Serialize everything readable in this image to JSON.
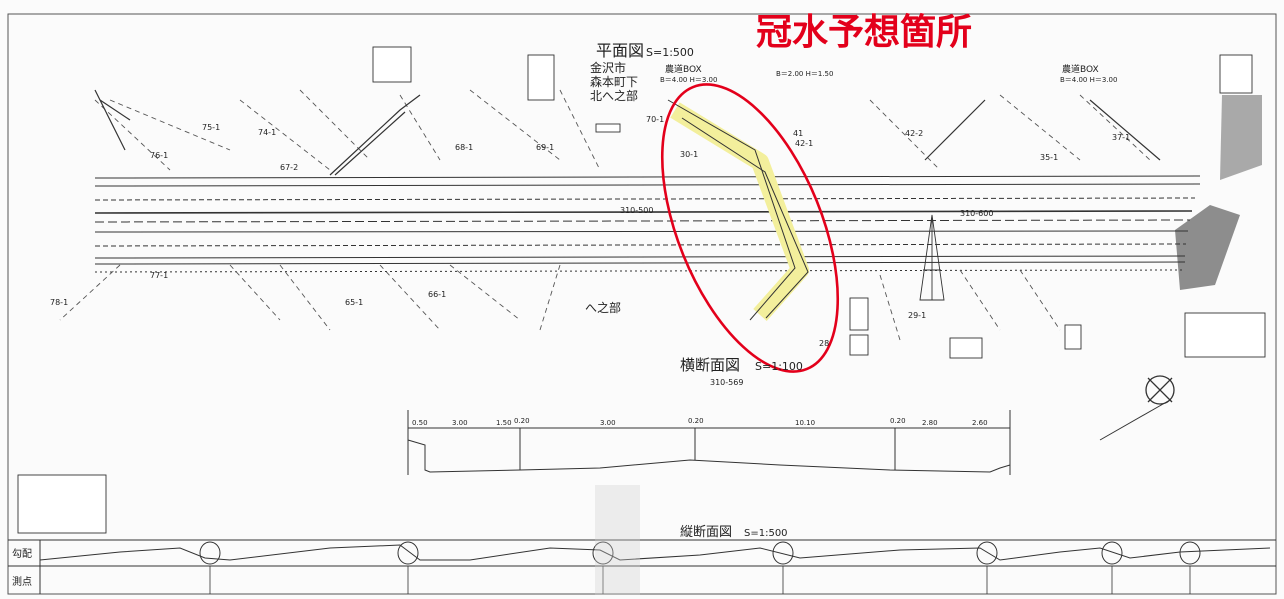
{
  "flood_label": "冠水予想箇所",
  "plan_title": "平面図",
  "plan_scale": "S=1:500",
  "plan_place": [
    "金沢市",
    "森本町下",
    "北へ之部"
  ],
  "cross_title": "横断面図",
  "cross_scale": "S=1:100",
  "cross_station": "310-569",
  "profile_title": "縦断面図",
  "profile_scale": "S=1:500",
  "left_labels": [
    "勾配",
    "測点"
  ],
  "box_label_a": "農道BOX",
  "box_size_a": "B＝4.00 H＝3.00",
  "box_size_b": "B＝2.00 H＝1.50",
  "box_label_c": "農道BOX",
  "box_size_c": "B＝4.00 H＝3.00",
  "station_labels": [
    "310-500",
    "310-600"
  ],
  "place_he": "へ之部",
  "dims": [
    "0.50",
    "3.00",
    "1.50",
    "0.20",
    "3.00",
    "0.20",
    "10.10",
    "0.20",
    "2.80",
    "2.60"
  ],
  "parcels": [
    "74-1",
    "75-1",
    "76-1",
    "77-1",
    "78-1",
    "67-2",
    "68-1",
    "69-1",
    "65-1",
    "66-1",
    "70-1",
    "30-1",
    "41",
    "42-1",
    "42-2",
    "35-1",
    "37-1",
    "29-1",
    "28"
  ],
  "colors": {
    "flood_red": "#e3001b",
    "highlight": "#f3ef9c",
    "ink": "#222222"
  }
}
